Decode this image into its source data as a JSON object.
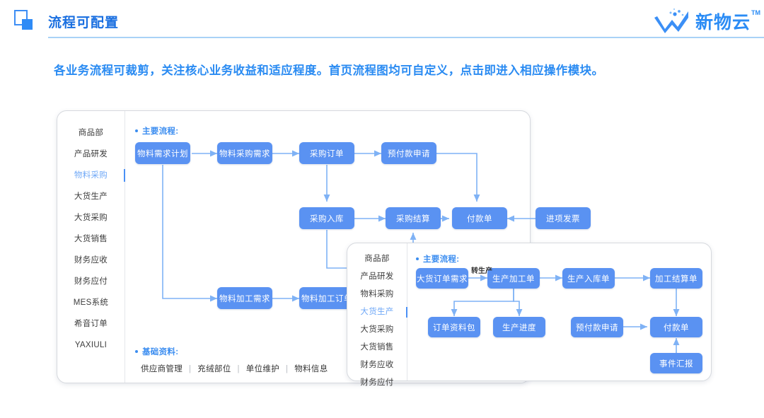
{
  "header": {
    "title": "流程可配置",
    "logo_icon": "square-outline-icon",
    "brand_name": "新物云",
    "brand_tm": "TM",
    "brand_mark_icon": "w-logo-icon",
    "accent_color": "#1a6fe0",
    "rule_color": "#a9d2f7"
  },
  "subtitle": "各业务流程可裁剪，关注核心业务收益和适应程度。首页流程图均可自定义，点击即进入相应操作模块。",
  "colors": {
    "node_fill": "#5a92f2",
    "node_text": "#ffffff",
    "wire": "#7fb2f5",
    "sidebar_active": "#6fa8f7",
    "section_label": "#3b8df0"
  },
  "panel_1": {
    "sidebar": [
      {
        "label": "商品部",
        "active": false
      },
      {
        "label": "产品研发",
        "active": false
      },
      {
        "label": "物料采购",
        "active": true
      },
      {
        "label": "大货生产",
        "active": false
      },
      {
        "label": "大货采购",
        "active": false
      },
      {
        "label": "大货销售",
        "active": false
      },
      {
        "label": "财务应收",
        "active": false
      },
      {
        "label": "财务应付",
        "active": false
      },
      {
        "label": "MES系统",
        "active": false
      },
      {
        "label": "希音订单",
        "active": false
      },
      {
        "label": "YAXIULI",
        "active": false
      }
    ],
    "main_flow_label": "主要流程:",
    "nodes": [
      {
        "id": "p1n1",
        "label": "物料需求计划"
      },
      {
        "id": "p1n2",
        "label": "物料采购需求"
      },
      {
        "id": "p1n3",
        "label": "采购订单"
      },
      {
        "id": "p1n4",
        "label": "预付款申请"
      },
      {
        "id": "p1n5",
        "label": "采购入库"
      },
      {
        "id": "p1n6",
        "label": "采购结算"
      },
      {
        "id": "p1n7",
        "label": "付款单"
      },
      {
        "id": "p1n8",
        "label": "进项发票"
      },
      {
        "id": "p1n9",
        "label": "物料加工需求"
      },
      {
        "id": "p1n10",
        "label": "物料加工订单"
      }
    ],
    "base_data_label": "基础资料:",
    "base_data_items": [
      "供应商管理",
      "充绒部位",
      "单位维护",
      "物料信息"
    ]
  },
  "panel_2": {
    "sidebar": [
      {
        "label": "商品部",
        "active": false
      },
      {
        "label": "产品研发",
        "active": false
      },
      {
        "label": "物料采购",
        "active": false
      },
      {
        "label": "大货生产",
        "active": true
      },
      {
        "label": "大货采购",
        "active": false
      },
      {
        "label": "大货销售",
        "active": false
      },
      {
        "label": "财务应收",
        "active": false
      },
      {
        "label": "财务应付",
        "active": false
      }
    ],
    "main_flow_label": "主要流程:",
    "edge_label": "转生产",
    "nodes": [
      {
        "id": "p2n1",
        "label": "大货订单需求"
      },
      {
        "id": "p2n2",
        "label": "生产加工单"
      },
      {
        "id": "p2n3",
        "label": "生产入库单"
      },
      {
        "id": "p2n4",
        "label": "加工结算单"
      },
      {
        "id": "p2n5",
        "label": "订单资料包"
      },
      {
        "id": "p2n6",
        "label": "生产进度"
      },
      {
        "id": "p2n7",
        "label": "预付款申请"
      },
      {
        "id": "p2n8",
        "label": "付款单"
      },
      {
        "id": "p2n9",
        "label": "事件汇报"
      }
    ]
  }
}
